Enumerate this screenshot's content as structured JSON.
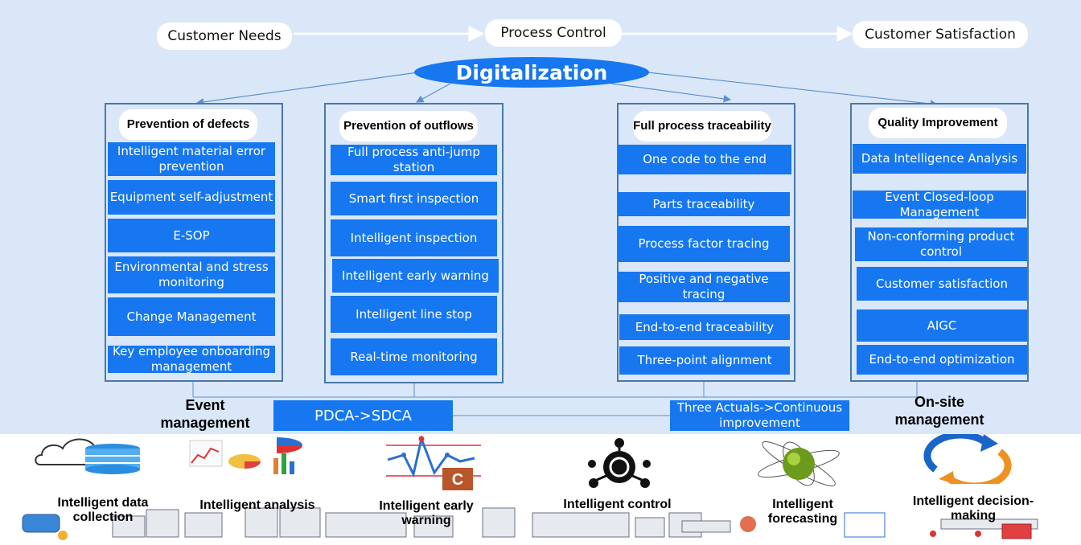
{
  "flow": {
    "customer_needs": "Customer Needs",
    "process_control": "Process Control",
    "customer_satisfaction": "Customer Satisfaction"
  },
  "center": {
    "label": "Digitalization"
  },
  "panels": [
    {
      "title": "Prevention of defects",
      "items": [
        "Intelligent material error prevention",
        "Equipment self-adjustment",
        "E-SOP",
        "Environmental and stress monitoring",
        "Change Management",
        "Key employee onboarding management"
      ]
    },
    {
      "title": "Prevention of outflows",
      "items": [
        "Full process anti-jump station",
        "Smart first inspection",
        "Intelligent inspection",
        "Intelligent early warning",
        "Intelligent line stop",
        "Real-time monitoring"
      ]
    },
    {
      "title": "Full process traceability",
      "items": [
        "One code to the end",
        "Parts traceability",
        "Process factor tracing",
        "Positive and negative tracing",
        "End-to-end traceability",
        "Three-point alignment"
      ]
    },
    {
      "title": "Quality Improvement",
      "items": [
        "Data Intelligence Analysis",
        "Event Closed-loop Management",
        "Non-conforming product control",
        "Customer satisfaction",
        "AIGC",
        "End-to-end optimization"
      ]
    }
  ],
  "management": {
    "event": "Event management",
    "onsite": "On-site management",
    "pdca": "PDCA->SDCA",
    "three_actuals": "Three Actuals->Continuous improvement"
  },
  "capabilities": [
    {
      "label": "Intelligent data collection",
      "icon": "cloud-database-icon"
    },
    {
      "label": "Intelligent analysis",
      "icon": "charts-icon"
    },
    {
      "label": "Intelligent early warning",
      "icon": "warning-chart-icon"
    },
    {
      "label": "Intelligent control",
      "icon": "control-hub-icon"
    },
    {
      "label": "Intelligent forecasting",
      "icon": "atom-globe-icon"
    },
    {
      "label": "Intelligent decision-making",
      "icon": "cycle-arrows-icon"
    }
  ],
  "colors": {
    "accent": "#1677f0",
    "background": "#dae7f8",
    "border": "#4a78a8"
  }
}
